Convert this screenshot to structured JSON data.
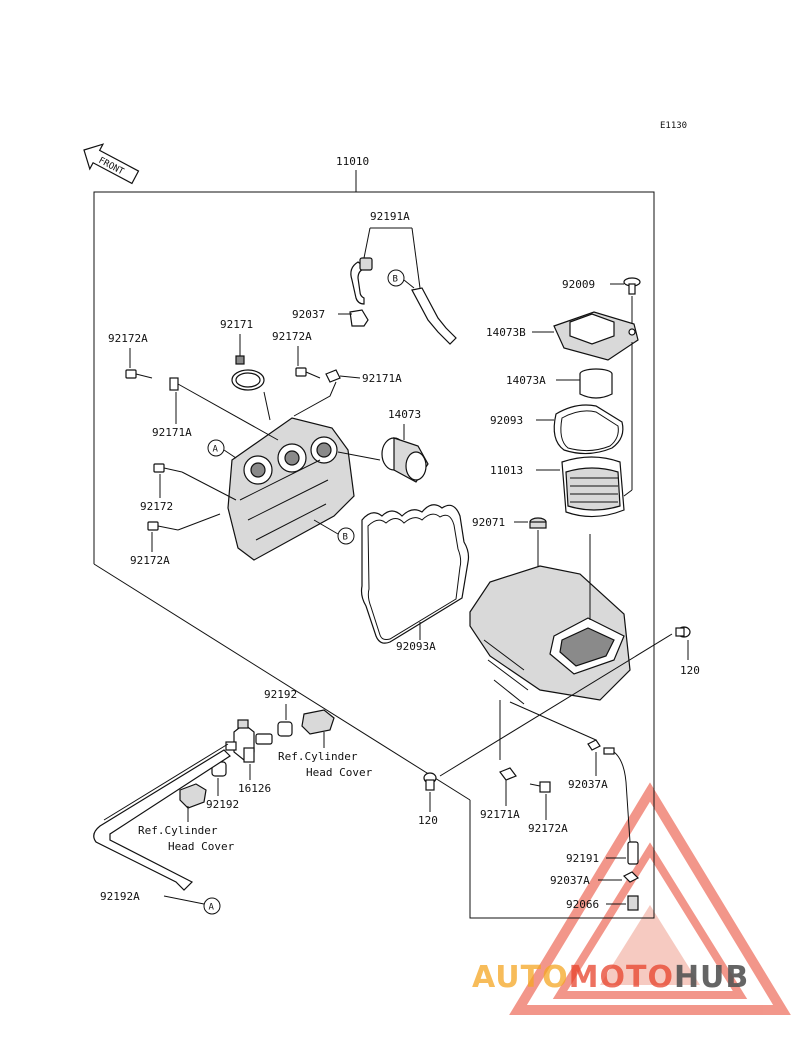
{
  "diagram_code": "E1130",
  "front_label": "FRONT",
  "assembly_number": "11010",
  "parts": {
    "p92191A_top": "92191A",
    "p92037_top": "92037",
    "p92171": "92171",
    "p92172A_mid": "92172A",
    "p92171A_mid": "92171A",
    "p92172A_left": "92172A",
    "p92171A_left": "92171A",
    "p92172": "92172",
    "p92172A_low": "92172A",
    "p14073": "14073",
    "p92093A": "92093A",
    "p92009": "92009",
    "p14073B": "14073B",
    "p14073A": "14073A",
    "p92093": "92093",
    "p11013": "11013",
    "p92071": "92071",
    "p120_right": "120",
    "p120_low": "120",
    "p92192_top": "92192",
    "p16126": "16126",
    "p92192_mid": "92192",
    "p92192A": "92192A",
    "p92171A_bottom": "92171A",
    "p92172A_bottom": "92172A",
    "p92037A_mid": "92037A",
    "p92191": "92191",
    "p92037A_low": "92037A",
    "p92066": "92066"
  },
  "refs": {
    "ref1_line1": "Ref.Cylinder",
    "ref1_line2": "Head Cover",
    "ref2_line1": "Ref.Cylinder",
    "ref2_line2": "Head Cover"
  },
  "callouts": {
    "a_top": "A",
    "a_bottom": "A",
    "b_top": "B",
    "b_mid": "B"
  },
  "watermark": {
    "part1": "AUTO",
    "part2": "MOTO",
    "part3": "HUB",
    "color_orange": "#f5a623",
    "color_red": "#e8422b",
    "color_gray": "#555555",
    "triangle_color": "#e8422b"
  }
}
